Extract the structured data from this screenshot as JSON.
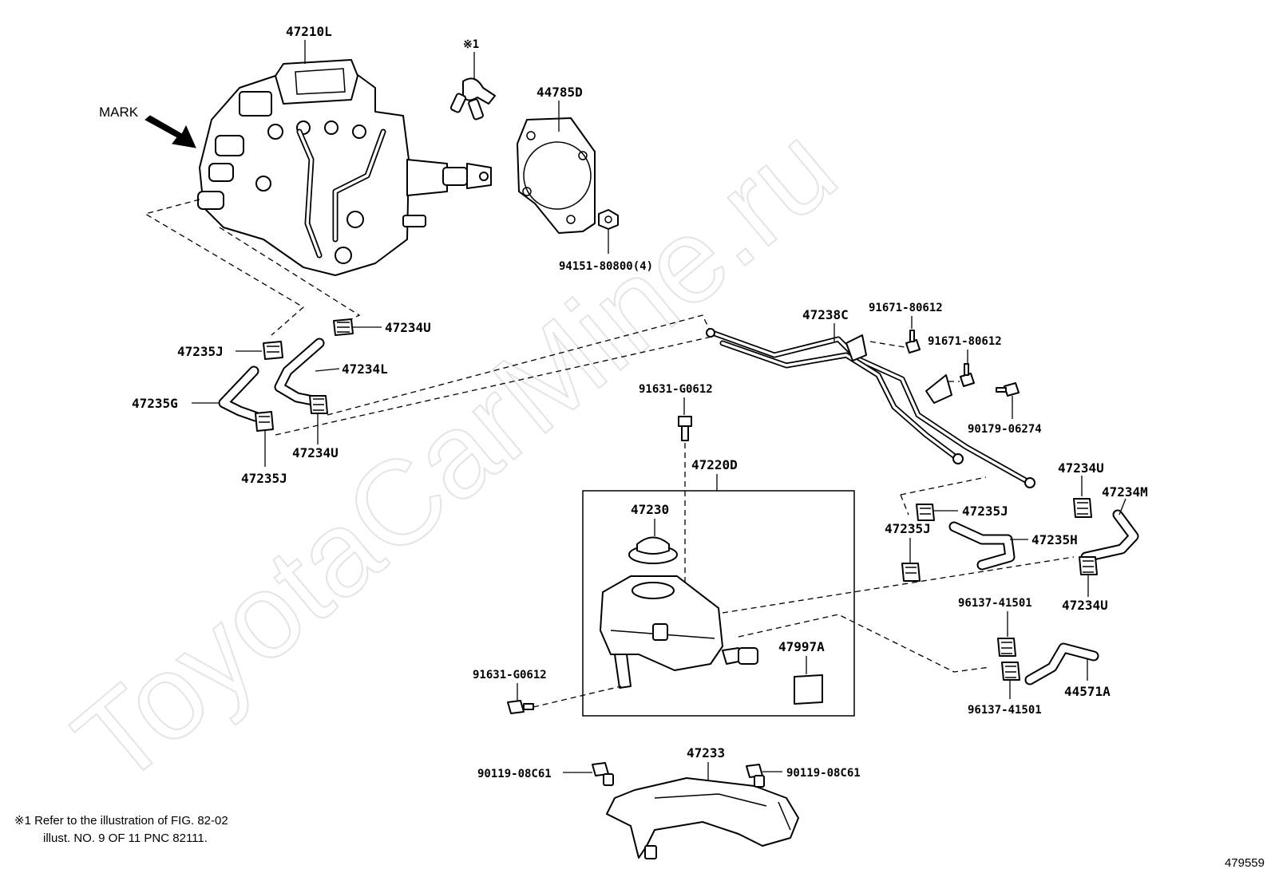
{
  "watermark": "ToyotaCarMine.ru",
  "mark_label": "MARK",
  "ref_marker": "※1",
  "footnote": {
    "line1": "※1 Refer to the illustration of FIG. 82-02",
    "line2": "illust. NO. 9 OF 11 PNC 82111."
  },
  "figure_id": "479559",
  "labels": {
    "p47210L": "47210L",
    "p44785D": "44785D",
    "p94151": "94151-80800(4)",
    "p47234U_a": "47234U",
    "p47235J_a": "47235J",
    "p47234L": "47234L",
    "p47235G": "47235G",
    "p47234U_b": "47234U",
    "p47235J_b": "47235J",
    "p47238C": "47238C",
    "p91671_a": "91671-80612",
    "p91671_b": "91671-80612",
    "p90179": "90179-06274",
    "p91631_a": "91631-G0612",
    "p47220D": "47220D",
    "p47230": "47230",
    "p47234U_c": "47234U",
    "p47234M": "47234M",
    "p47235J_c": "47235J",
    "p47235J_d": "47235J",
    "p47235H": "47235H",
    "p47234U_d": "47234U",
    "p96137_a": "96137-41501",
    "p44571A": "44571A",
    "p96137_b": "96137-41501",
    "p47997A": "47997A",
    "p91631_b": "91631-G0612",
    "p47233": "47233",
    "p90119_a": "90119-08C61",
    "p90119_b": "90119-08C61"
  }
}
